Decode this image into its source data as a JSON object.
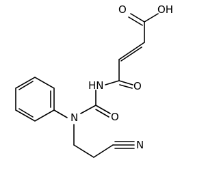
{
  "diagram": {
    "type": "skeletal-structure",
    "atom_labels": {
      "hydroxyl": "OH",
      "acid_carbonyl_o": "O",
      "amide_nh": "HN",
      "amide_carbonyl_o": "O",
      "urea_carbonyl_o": "O",
      "tertiary_n": "N",
      "nitrile_n": "N"
    },
    "colors": {
      "ink": "#000000",
      "background": "#ffffff"
    }
  }
}
